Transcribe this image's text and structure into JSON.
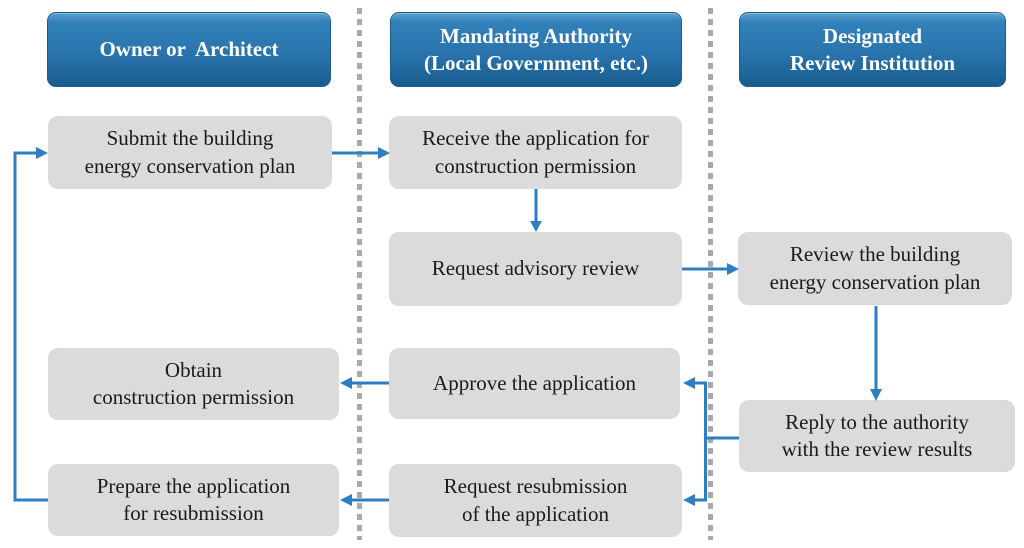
{
  "columns": [
    {
      "id": "owner",
      "header_lines": [
        "Owner or  Architect"
      ]
    },
    {
      "id": "authority",
      "header_lines": [
        "Mandating Authority",
        "(Local Government, etc.)"
      ]
    },
    {
      "id": "review_institution",
      "header_lines": [
        "Designated",
        "Review Institution"
      ]
    }
  ],
  "nodes": {
    "submit": {
      "column": "owner",
      "lines": [
        "Submit the building",
        "energy conservation plan"
      ]
    },
    "receive": {
      "column": "authority",
      "lines": [
        "Receive the application for",
        "construction permission"
      ]
    },
    "advisory": {
      "column": "authority",
      "lines": [
        "Request advisory review"
      ]
    },
    "review": {
      "column": "review_institution",
      "lines": [
        "Review the building",
        "energy conservation plan"
      ]
    },
    "obtain": {
      "column": "owner",
      "lines": [
        "Obtain",
        "construction permission"
      ]
    },
    "approve": {
      "column": "authority",
      "lines": [
        "Approve the application"
      ]
    },
    "reply": {
      "column": "review_institution",
      "lines": [
        "Reply to the authority",
        "with the review results"
      ]
    },
    "prepare": {
      "column": "owner",
      "lines": [
        "Prepare the application",
        "for resubmission"
      ]
    },
    "resubmit": {
      "column": "authority",
      "lines": [
        "Request resubmission",
        "of the application"
      ]
    }
  },
  "edges": [
    {
      "from": "submit",
      "to": "receive"
    },
    {
      "from": "receive",
      "to": "advisory"
    },
    {
      "from": "advisory",
      "to": "review"
    },
    {
      "from": "review",
      "to": "reply"
    },
    {
      "from": "reply",
      "to": "approve"
    },
    {
      "from": "reply",
      "to": "resubmit"
    },
    {
      "from": "approve",
      "to": "obtain"
    },
    {
      "from": "resubmit",
      "to": "prepare"
    },
    {
      "from": "prepare",
      "to": "submit"
    }
  ],
  "colors": {
    "node_bg": "#DBDBDB",
    "text": "#1A1A1A",
    "arrow": "#2E7EC1",
    "divider": "#A9A9A9",
    "header_top": "#5EA1CF",
    "header_upper": "#3181BB",
    "header_lower": "#2A74AD",
    "header_bottom": "#175C8D",
    "header_border": "#1B5C8C",
    "header_text": "#FFFFFF"
  }
}
